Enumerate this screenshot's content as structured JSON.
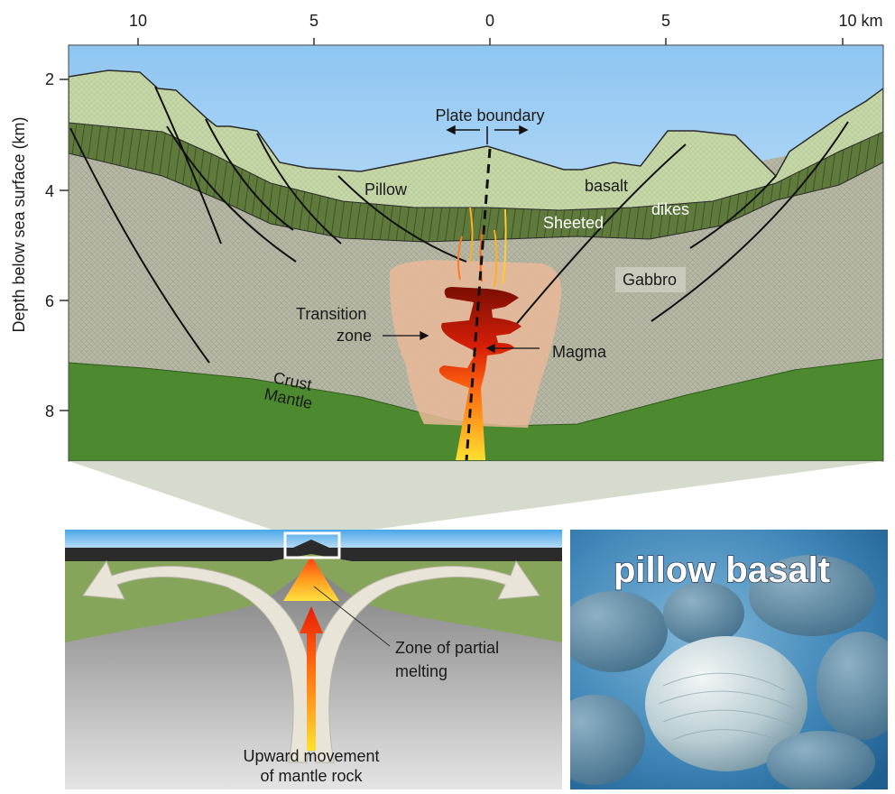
{
  "cross_section": {
    "top_axis": {
      "ticks": [
        "10",
        "5",
        "0",
        "5",
        "10 km"
      ]
    },
    "left_axis": {
      "title": "Depth below sea surface (km)",
      "ticks": [
        "2",
        "4",
        "6",
        "8"
      ]
    },
    "labels": {
      "plate_boundary": "Plate boundary",
      "pillow": "Pillow",
      "basalt": "basalt",
      "sheeted": "Sheeted",
      "dikes": "dikes",
      "gabbro": "Gabbro",
      "transition_line1": "Transition",
      "transition_line2": "zone",
      "magma": "Magma",
      "crust": "Crust",
      "mantle": "Mantle"
    }
  },
  "overview": {
    "zone_line1": "Zone of partial",
    "zone_line2": "melting",
    "upward_line1": "Upward movement",
    "upward_line2": "of mantle rock"
  },
  "photo": {
    "title": "pillow basalt"
  },
  "colors": {
    "sea_top": "#8fc6f2",
    "sea_bottom": "#e6f2fb",
    "pillow_basalt": "#c6d7a8",
    "sheeted_dikes": "#5f7a3c",
    "gabbro": "#b7b9a6",
    "mantle": "#4d8a2f",
    "transition": "#e9b898",
    "magma_dark": "#8e1206",
    "magma_bright": "#ff3c10",
    "magma_yellow": "#ffd424"
  }
}
